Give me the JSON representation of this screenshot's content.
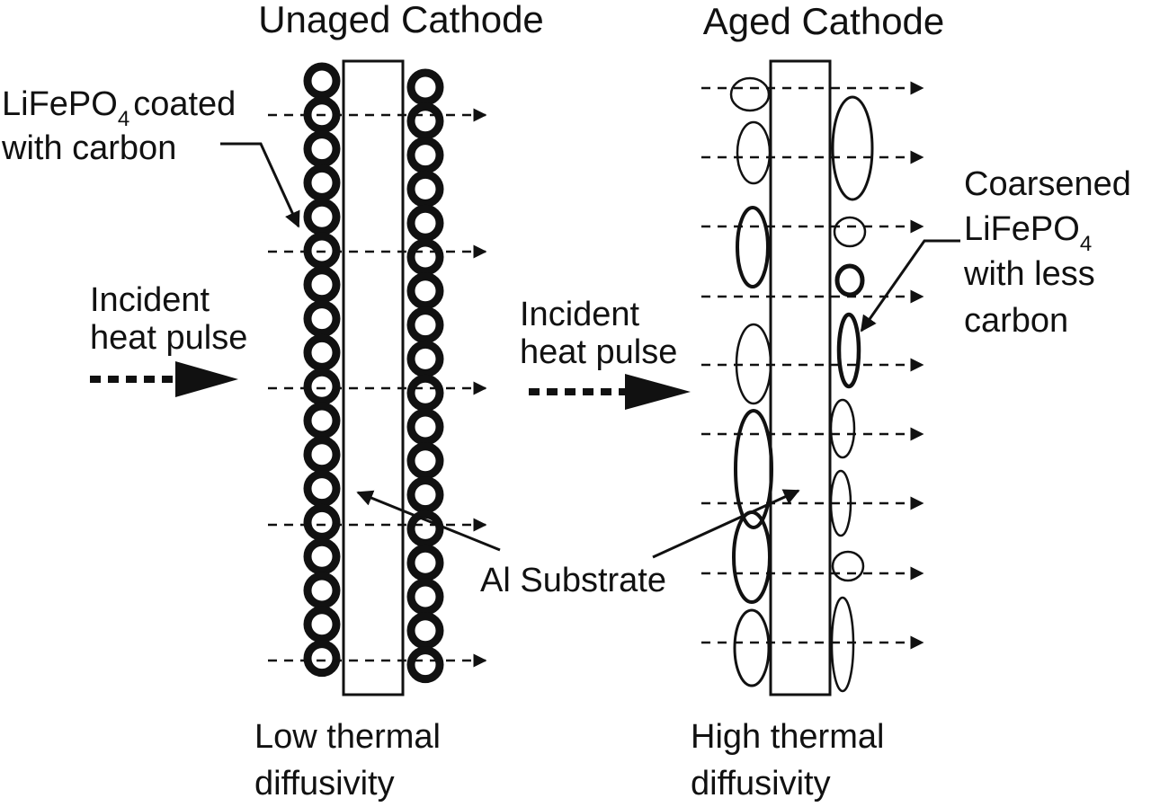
{
  "unaged": {
    "title": "Unaged Cathode",
    "label_main": "LiFePO",
    "label_sub": "4",
    "label_tail": "coated",
    "label_line2": "with carbon",
    "incident_line1": "Incident",
    "incident_line2": "heat pulse",
    "bottom_line1": "Low thermal",
    "bottom_line2": "diffusivity"
  },
  "aged": {
    "title": "Aged Cathode",
    "incident_line1": "Incident",
    "incident_line2": "heat pulse",
    "coarsened_line1": "Coarsened",
    "coarsened_line2_main": "LiFePO",
    "coarsened_line2_sub": "4",
    "coarsened_line3": "with less",
    "coarsened_line4": "carbon",
    "bottom_line1": "High thermal",
    "bottom_line2": "diffusivity"
  },
  "substrate_label": "Al Substrate",
  "colors": {
    "ink": "#111111",
    "background": "#ffffff"
  }
}
